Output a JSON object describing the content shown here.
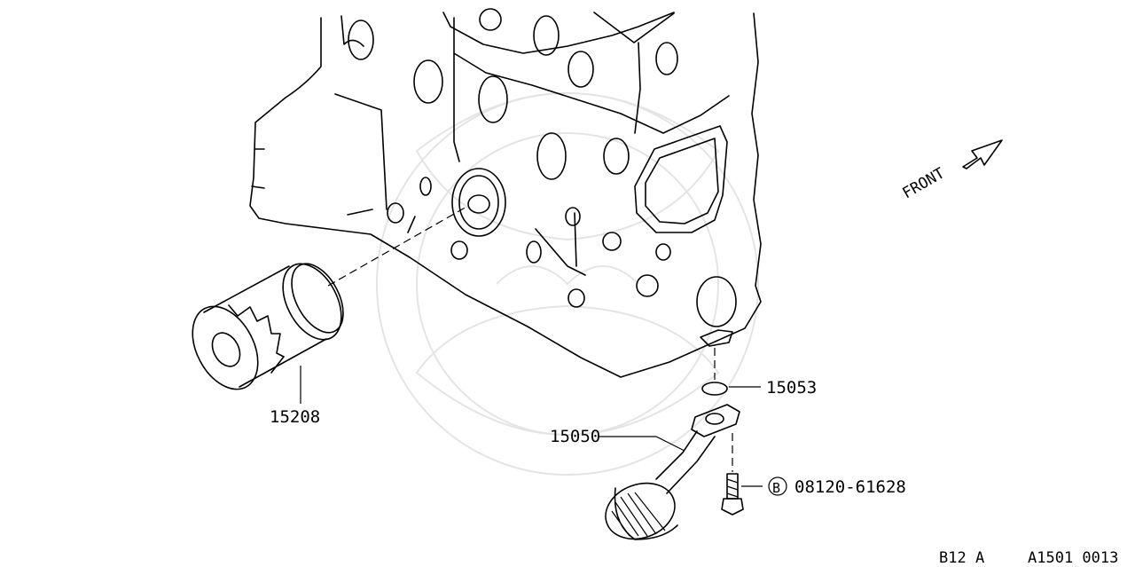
{
  "callouts": {
    "oil_filter": "15208",
    "gasket": "15053",
    "oil_strainer": "15050",
    "bolt_badge": "B",
    "bolt": "08120-61628"
  },
  "front_label": "FRONT",
  "footer": {
    "model_code": "B12 A",
    "diagram_code": "A1501 0013"
  }
}
